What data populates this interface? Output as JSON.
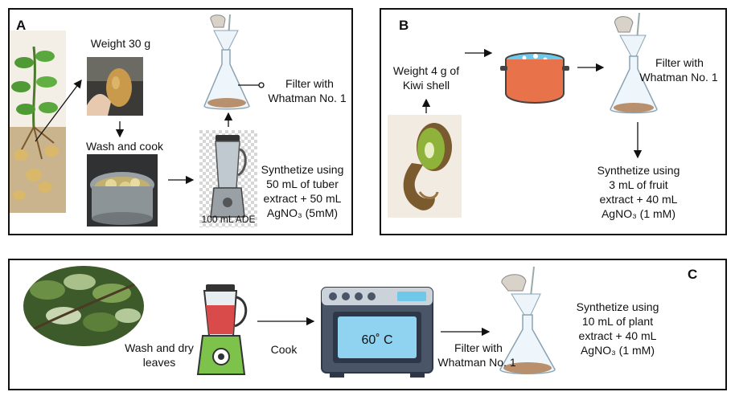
{
  "panels": {
    "a": {
      "letter": "A",
      "weight_label": "Weight 30 g",
      "wash_label": "Wash and cook",
      "filter_line1": "Filter with",
      "filter_line2": "Whatman No. 1",
      "blender_label": "100 mL ADE",
      "synth_line1": "Synthetize  using",
      "synth_line2": "50 mL of tuber",
      "synth_line3": "extract + 50 mL",
      "synth_line4": "AgNO₃ (5mM)"
    },
    "b": {
      "letter": "B",
      "weight_line1": "Weight 4 g of",
      "weight_line2": "Kiwi shell",
      "filter_line1": "Filter with",
      "filter_line2": "Whatman No. 1",
      "synth_line1": "Synthetize  using",
      "synth_line2": "3 mL of fruit",
      "synth_line3": "extract + 40 mL",
      "synth_line4": "AgNO₃ (1 mM)"
    },
    "c": {
      "letter": "C",
      "wash_line1": "Wash and dry",
      "wash_line2": "leaves",
      "cook_label": "Cook",
      "oven_display": "60˚  C",
      "filter_line1": "Filter with",
      "filter_line2": "Whatman No. 1",
      "synth_line1": "Synthetize  using",
      "synth_line2": "10 mL of plant",
      "synth_line3": "extract + 40 mL",
      "synth_line4": "AgNO₃ (1 mM)"
    }
  },
  "colors": {
    "border": "#111111",
    "pot": "#e8734a",
    "water": "#6fc7ea",
    "blender_jar_liquid": "#d94b4b",
    "blender_base": "#7cc24b",
    "oven_body": "#4a5568",
    "oven_screen": "#8fd3f0",
    "filter_residue": "#b8906e"
  }
}
